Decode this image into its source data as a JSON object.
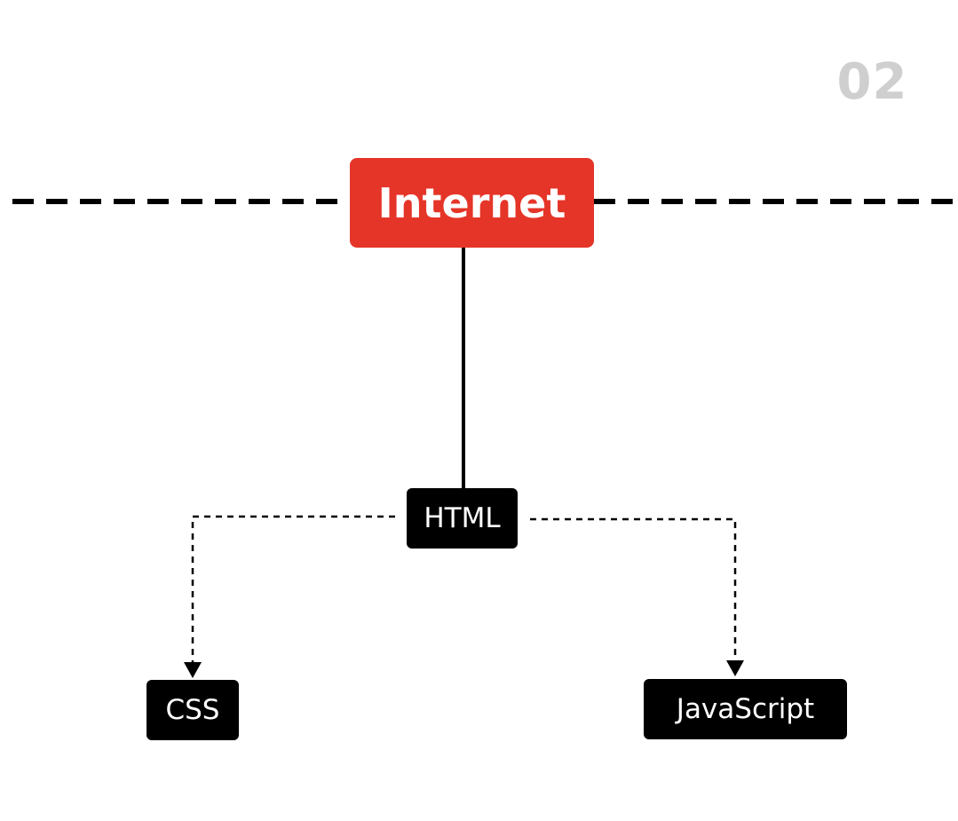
{
  "page_number": "02",
  "nodes": {
    "internet": "Internet",
    "html": "HTML",
    "css": "CSS",
    "javascript": "JavaScript"
  },
  "colors": {
    "accent": "#e53528",
    "node_background": "#000000",
    "page_number": "#cfcfcf",
    "line": "#000000"
  }
}
